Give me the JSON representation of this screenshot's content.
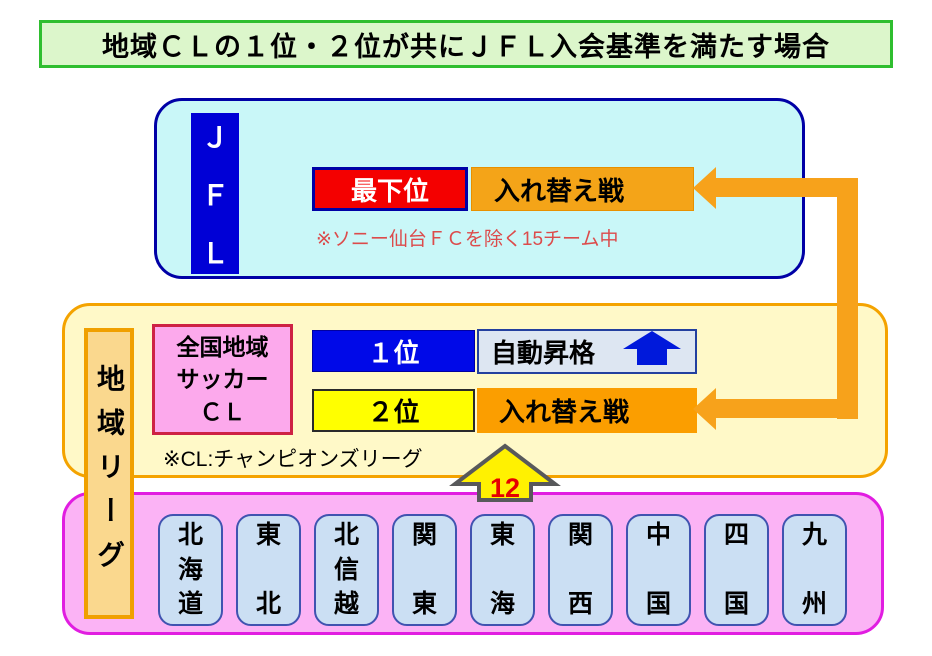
{
  "header": {
    "title": "地域ＣＬの１位・２位が共にＪＦＬ入会基準を満たす場合"
  },
  "jfl_section": {
    "league": "ＪＦＬ",
    "last_place_label": "最下位",
    "playoff_label": "入れ替え戦",
    "footnote": "※ソニー仙台ＦＣを除く15チーム中"
  },
  "regional_section": {
    "side_label": "地域リーグ",
    "cl_title_lines": [
      "全国地域",
      "サッカー",
      "ＣＬ"
    ],
    "rank1_label": "１位",
    "rank1_result": "自動昇格",
    "rank2_label": "２位",
    "rank2_result": "入れ替え戦",
    "footnote": "※CL:チャンピオンズリーグ"
  },
  "bottom_section": {
    "promoted_teams_count": "12",
    "regions": [
      "北海道",
      "東北",
      "北信越",
      "関東",
      "東海",
      "関西",
      "中国",
      "四国",
      "九州"
    ]
  },
  "icons": {
    "auto_promotion_arrow": "blue-up-block-arrow",
    "playoff_connector": "orange-double-left-arrow-bracket",
    "promotion_count_arrow": "yellow-up-block-arrow"
  },
  "colors": {
    "title_bg": "#dcf6cb",
    "title_border": "#2fbe2f",
    "jfl_panel_bg": "#c9f7f8",
    "jfl_panel_border": "#0000a6",
    "jfl_label_bg": "#0000d6",
    "last_place_bg": "#f40000",
    "jfl_playoff_bg": "#f4a418",
    "jfl_footnote_color": "#dc4b4b",
    "regional_panel_bg": "#fff9c8",
    "regional_panel_border": "#f4a300",
    "side_label_bg": "#fad88e",
    "side_label_border": "#f0a000",
    "cl_box_bg": "#fca9ec",
    "cl_box_border": "#ce2244",
    "rank1_bg": "#0009e8",
    "auto_promotion_bg": "#dde6f2",
    "auto_promotion_border": "#23409f",
    "rank2_bg": "#ffff00",
    "regional_playoff_bg": "#fb9e00",
    "connector_color": "#f7a21b",
    "promotion_arrow_fill": "#fff101",
    "promotion_arrow_stroke": "#58595b",
    "promotion_count_color": "#e60000",
    "bottom_panel_bg": "#fbb3f5",
    "bottom_panel_border": "#e11de1",
    "region_box_bg": "#cbdff3",
    "region_box_border": "#4053b0"
  }
}
